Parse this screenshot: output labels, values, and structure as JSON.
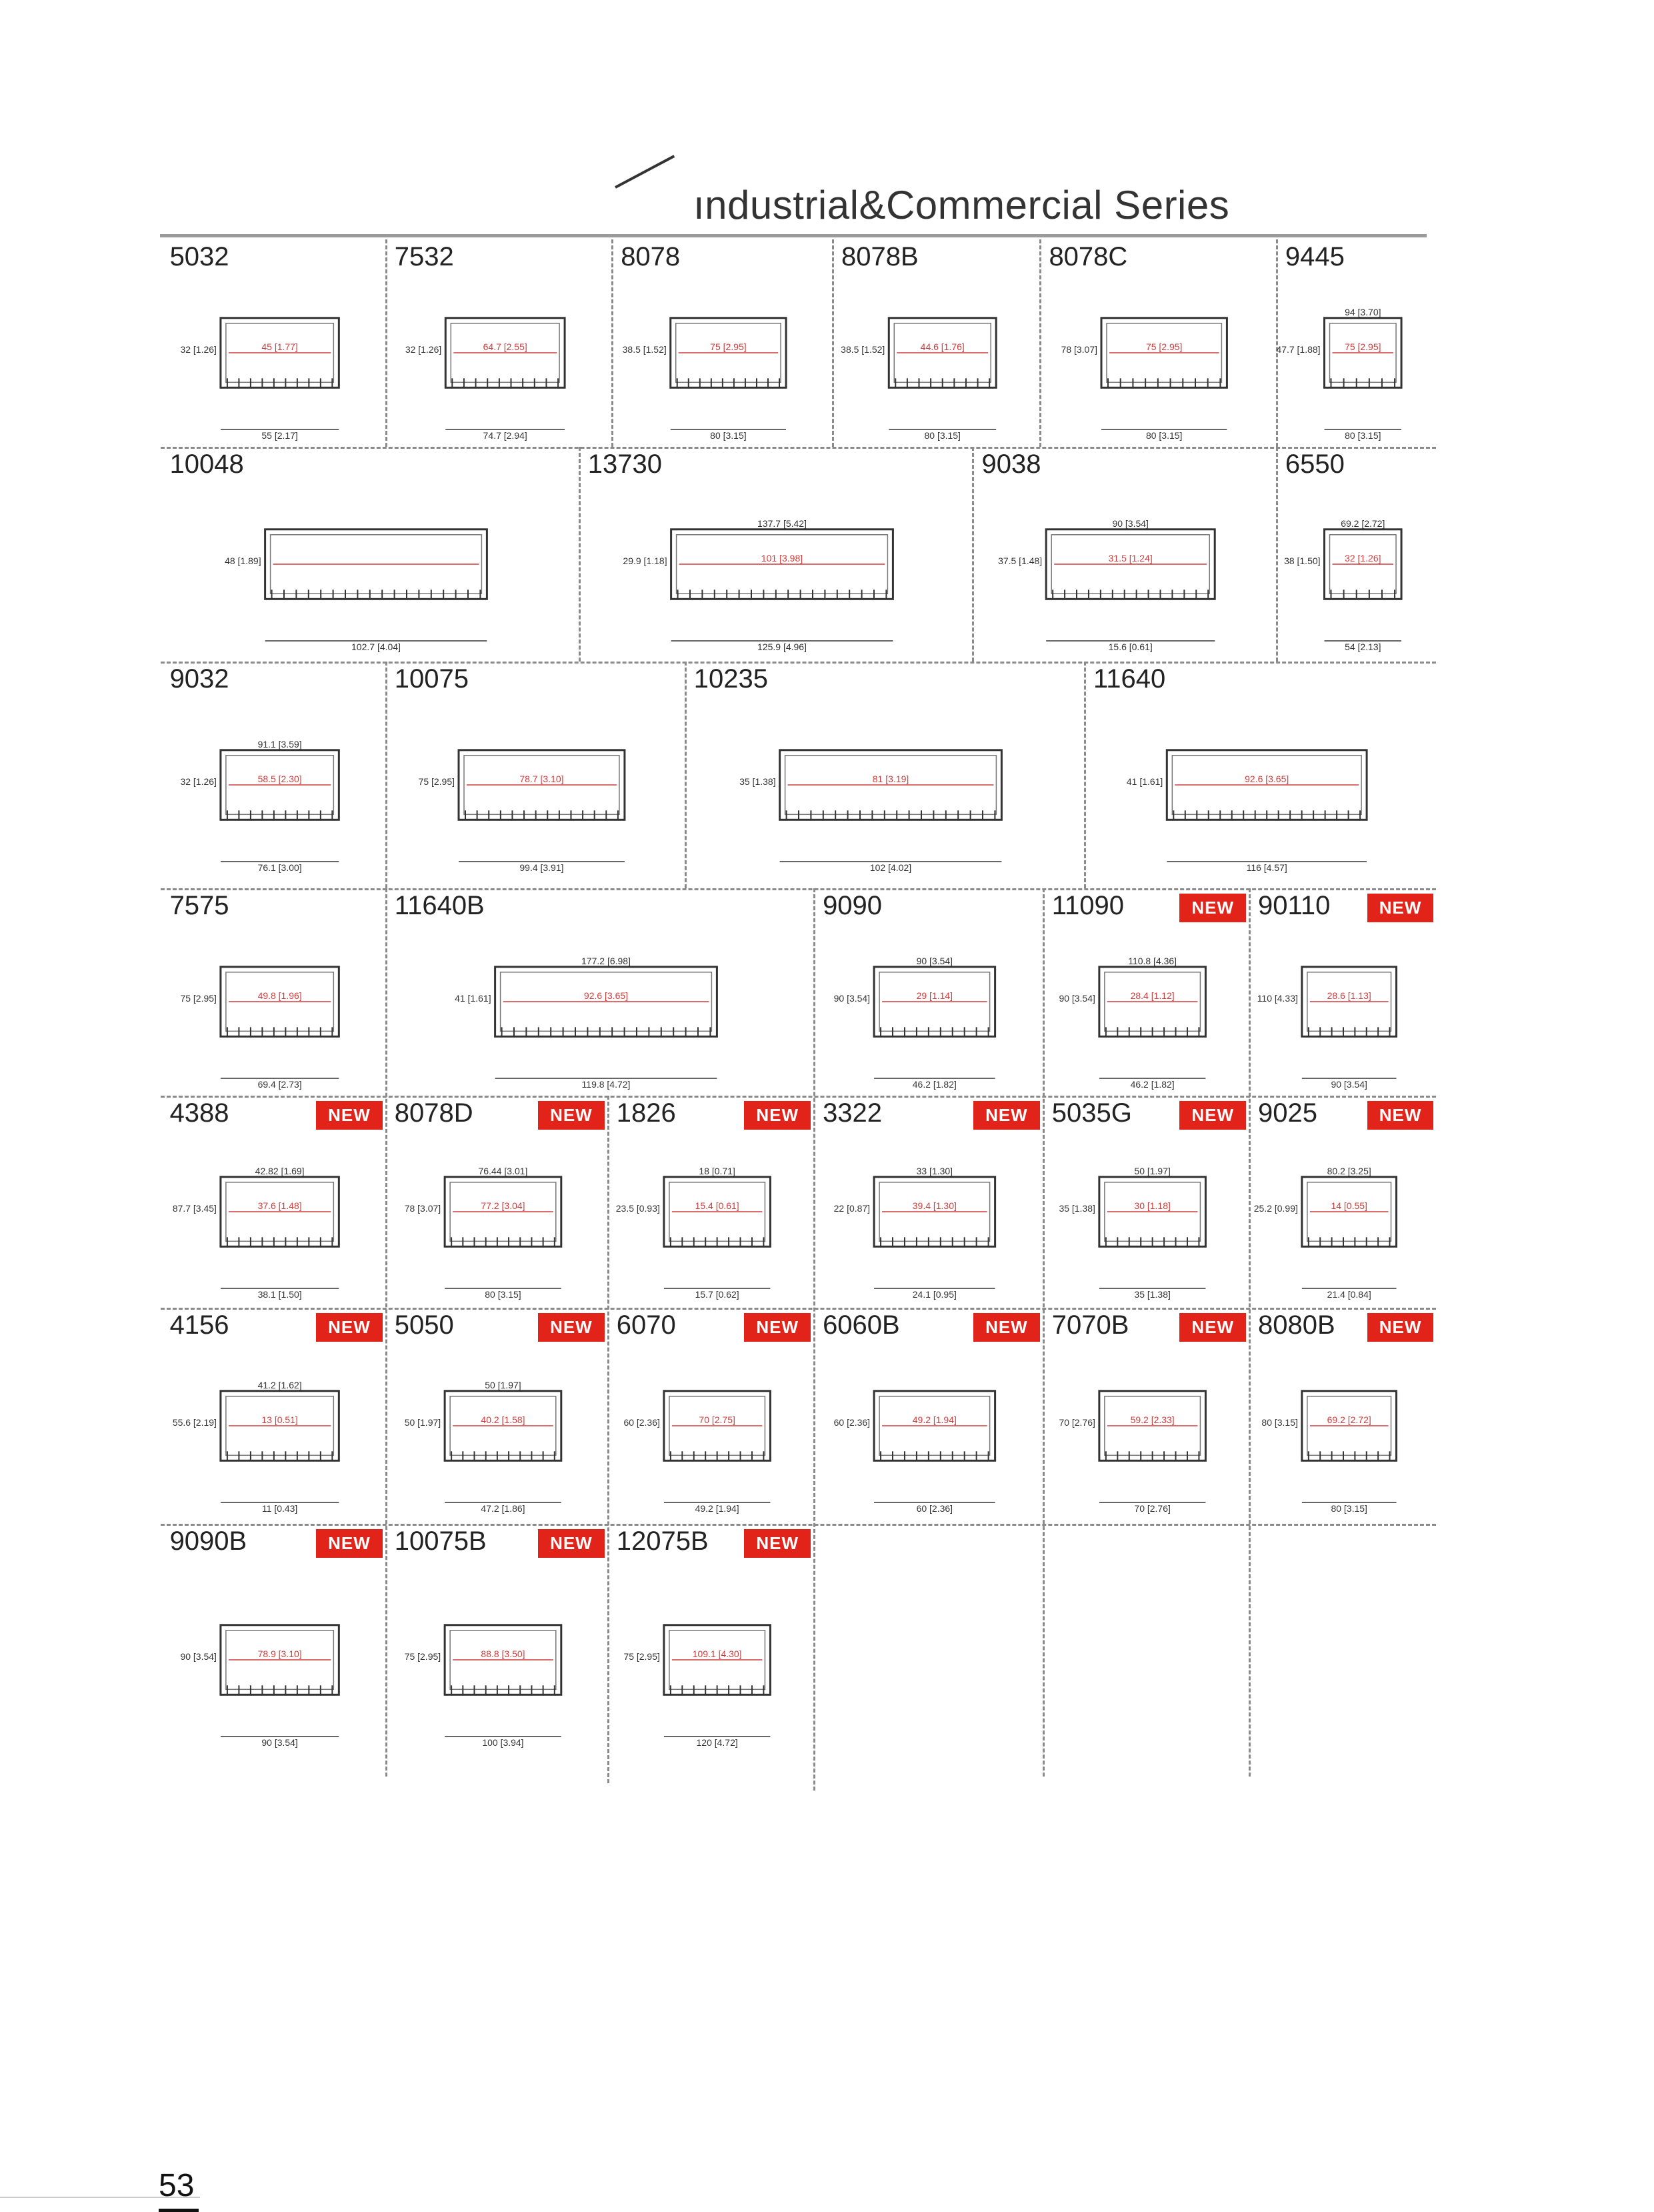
{
  "header": {
    "title": "ındustrial&Commercial Series"
  },
  "page_number": "53",
  "new_label": "NEW",
  "colors": {
    "badge": "#e2231a",
    "dimension_red": "#d23b3b",
    "outline": "#333333"
  },
  "profiles": [
    {
      "code": "5032",
      "new": false,
      "dims": [
        "32 [1.26]",
        "45 [1.77]",
        "55 [2.17]"
      ]
    },
    {
      "code": "7532",
      "new": false,
      "dims": [
        "32 [1.26]",
        "64.7 [2.55]",
        "74.7 [2.94]"
      ]
    },
    {
      "code": "8078",
      "new": false,
      "dims": [
        "38.5 [1.52]",
        "75 [2.95]",
        "80 [3.15]"
      ]
    },
    {
      "code": "8078B",
      "new": false,
      "dims": [
        "38.5 [1.52]",
        "44.6 [1.76]",
        "80 [3.15]"
      ]
    },
    {
      "code": "8078C",
      "new": false,
      "dims": [
        "78 [3.07]",
        "75 [2.95]",
        "80 [3.15]"
      ]
    },
    {
      "code": "9445",
      "new": false,
      "dims": [
        "94 [3.70]",
        "47.7 [1.88]",
        "75 [2.95]",
        "80 [3.15]"
      ]
    },
    {
      "code": "10048",
      "new": false,
      "dims": [
        "48 [1.89]",
        "102.7 [4.04]"
      ]
    },
    {
      "code": "13730",
      "new": false,
      "dims": [
        "137.7 [5.42]",
        "29.9 [1.18]",
        "101 [3.98]",
        "125.9 [4.96]"
      ]
    },
    {
      "code": "9038",
      "new": false,
      "dims": [
        "90 [3.54]",
        "37.5 [1.48]",
        "31.5 [1.24]",
        "15.6 [0.61]"
      ]
    },
    {
      "code": "6550",
      "new": false,
      "dims": [
        "69.2 [2.72]",
        "38 [1.50]",
        "32 [1.26]",
        "54 [2.13]"
      ]
    },
    {
      "code": "9032",
      "new": false,
      "dims": [
        "91.1 [3.59]",
        "32 [1.26]",
        "58.5 [2.30]",
        "76.1 [3.00]"
      ]
    },
    {
      "code": "10075",
      "new": false,
      "dims": [
        "75 [2.95]",
        "78.7 [3.10]",
        "99.4 [3.91]"
      ]
    },
    {
      "code": "10235",
      "new": false,
      "dims": [
        "35 [1.38]",
        "81 [3.19]",
        "102 [4.02]"
      ]
    },
    {
      "code": "11640",
      "new": false,
      "dims": [
        "41 [1.61]",
        "92.6 [3.65]",
        "116 [4.57]"
      ]
    },
    {
      "code": "7575",
      "new": false,
      "dims": [
        "75 [2.95]",
        "49.8 [1.96]",
        "69.4 [2.73]"
      ]
    },
    {
      "code": "11640B",
      "new": false,
      "dims": [
        "177.2 [6.98]",
        "41 [1.61]",
        "92.6 [3.65]",
        "119.8 [4.72]"
      ]
    },
    {
      "code": "9090",
      "new": false,
      "dims": [
        "90 [3.54]",
        "90 [3.54]",
        "29 [1.14]",
        "46.2 [1.82]"
      ]
    },
    {
      "code": "11090",
      "new": true,
      "dims": [
        "110.8 [4.36]",
        "90 [3.54]",
        "28.4 [1.12]",
        "46.2 [1.82]"
      ]
    },
    {
      "code": "90110",
      "new": true,
      "dims": [
        "110 [4.33]",
        "28.6 [1.13]",
        "90 [3.54]"
      ]
    },
    {
      "code": "4388",
      "new": true,
      "dims": [
        "42.82 [1.69]",
        "87.7 [3.45]",
        "37.6 [1.48]",
        "38.1 [1.50]"
      ]
    },
    {
      "code": "8078D",
      "new": true,
      "dims": [
        "76.44 [3.01]",
        "78 [3.07]",
        "77.2 [3.04]",
        "80 [3.15]"
      ]
    },
    {
      "code": "1826",
      "new": true,
      "dims": [
        "18 [0.71]",
        "23.5 [0.93]",
        "15.4 [0.61]",
        "15.7 [0.62]"
      ]
    },
    {
      "code": "3322",
      "new": true,
      "dims": [
        "33 [1.30]",
        "22 [0.87]",
        "39.4 [1.30]",
        "24.1 [0.95]"
      ]
    },
    {
      "code": "5035G",
      "new": true,
      "dims": [
        "50 [1.97]",
        "35 [1.38]",
        "30 [1.18]",
        "35 [1.38]"
      ]
    },
    {
      "code": "9025",
      "new": true,
      "dims": [
        "80.2 [3.25]",
        "25.2 [0.99]",
        "14 [0.55]",
        "21.4 [0.84]"
      ]
    },
    {
      "code": "4156",
      "new": true,
      "dims": [
        "41.2 [1.62]",
        "55.6 [2.19]",
        "13 [0.51]",
        "11 [0.43]"
      ]
    },
    {
      "code": "5050",
      "new": true,
      "dims": [
        "50 [1.97]",
        "50 [1.97]",
        "40.2 [1.58]",
        "47.2 [1.86]"
      ]
    },
    {
      "code": "6070",
      "new": true,
      "dims": [
        "60 [2.36]",
        "70 [2.75]",
        "49.2 [1.94]"
      ]
    },
    {
      "code": "6060B",
      "new": true,
      "dims": [
        "60 [2.36]",
        "49.2 [1.94]",
        "60 [2.36]"
      ]
    },
    {
      "code": "7070B",
      "new": true,
      "dims": [
        "70 [2.76]",
        "59.2 [2.33]",
        "70 [2.76]"
      ]
    },
    {
      "code": "8080B",
      "new": true,
      "dims": [
        "80 [3.15]",
        "69.2 [2.72]",
        "80 [3.15]"
      ]
    },
    {
      "code": "9090B",
      "new": true,
      "dims": [
        "90 [3.54]",
        "78.9 [3.10]",
        "90 [3.54]"
      ]
    },
    {
      "code": "10075B",
      "new": true,
      "dims": [
        "75 [2.95]",
        "88.8 [3.50]",
        "100 [3.94]"
      ]
    },
    {
      "code": "12075B",
      "new": true,
      "dims": [
        "75 [2.95]",
        "109.1 [4.30]",
        "120 [4.72]"
      ]
    }
  ]
}
